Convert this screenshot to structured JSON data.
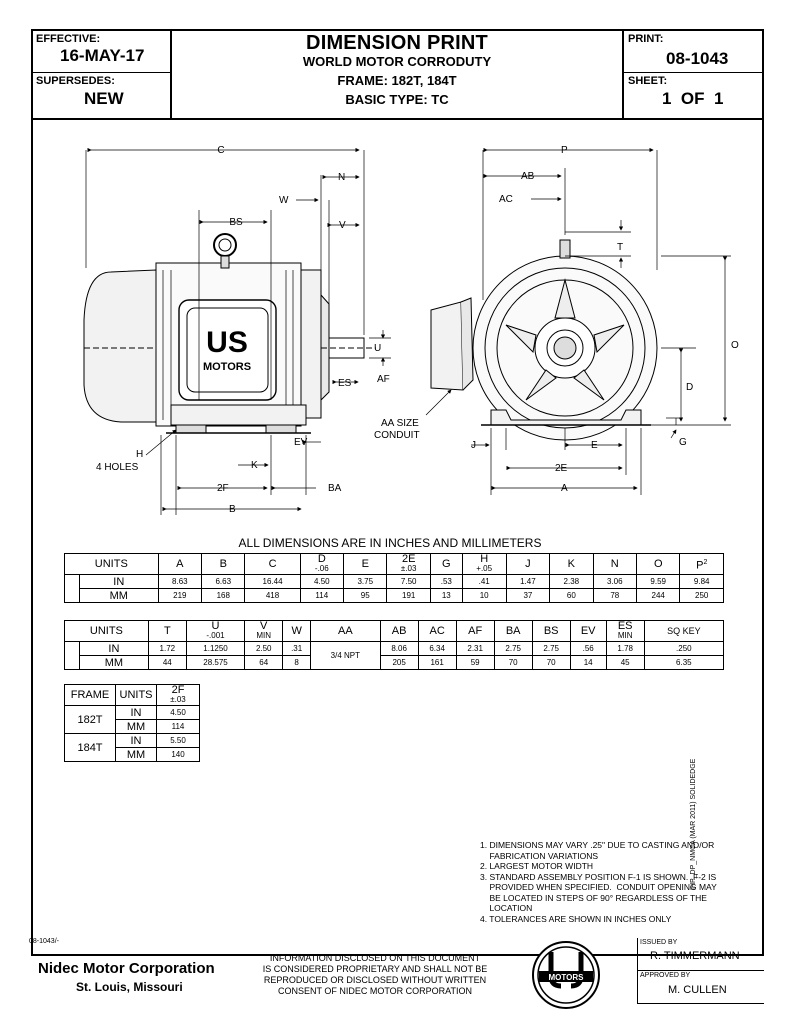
{
  "header": {
    "effective_label": "EFFECTIVE:",
    "effective_value": "16-MAY-17",
    "supersedes_label": "SUPERSEDES:",
    "supersedes_value": "NEW",
    "title": "DIMENSION PRINT",
    "subtitle": "WORLD MOTOR CORRODUTY",
    "frame": "FRAME: 182T, 184T",
    "basic_type": "BASIC TYPE: TC",
    "print_label": "PRINT:",
    "print_value": "08-1043",
    "sheet_label": "SHEET:",
    "sheet_value": "1  OF  1"
  },
  "drawing": {
    "logo_top": "US",
    "logo_bottom": "MOTORS",
    "side_labels": {
      "C": "C",
      "N": "N",
      "W": "W",
      "V": "V",
      "BS": "BS",
      "U": "U",
      "AF": "AF",
      "ES": "ES",
      "EV": "EV",
      "K": "K",
      "H": "H",
      "H_note": "4 HOLES",
      "2F": "2F",
      "BA": "BA",
      "B": "B"
    },
    "end_labels": {
      "P": "P",
      "AB": "AB",
      "AC": "AC",
      "T": "T",
      "O": "O",
      "D": "D",
      "J": "J",
      "E": "E",
      "G": "G",
      "2E": "2E",
      "A": "A",
      "AA_line1": "AA SIZE",
      "AA_line2": "CONDUIT"
    }
  },
  "tables": {
    "heading": "ALL DIMENSIONS ARE IN INCHES AND MILLIMETERS",
    "table1": {
      "units_label": "UNITS",
      "columns": [
        {
          "name": "A",
          "sub": ""
        },
        {
          "name": "B",
          "sub": ""
        },
        {
          "name": "C",
          "sub": ""
        },
        {
          "name": "D",
          "sub": "-.06"
        },
        {
          "name": "E",
          "sub": ""
        },
        {
          "name": "2E",
          "sub": "±.03"
        },
        {
          "name": "G",
          "sub": ""
        },
        {
          "name": "H",
          "sub": "+.05"
        },
        {
          "name": "J",
          "sub": ""
        },
        {
          "name": "K",
          "sub": ""
        },
        {
          "name": "N",
          "sub": ""
        },
        {
          "name": "O",
          "sub": ""
        },
        {
          "name": "P",
          "sub": "",
          "sup": "2"
        }
      ],
      "rows": [
        {
          "unit": "IN",
          "values": [
            "8.63",
            "6.63",
            "16.44",
            "4.50",
            "3.75",
            "7.50",
            ".53",
            ".41",
            "1.47",
            "2.38",
            "3.06",
            "9.59",
            "9.84"
          ]
        },
        {
          "unit": "MM",
          "values": [
            "219",
            "168",
            "418",
            "114",
            "95",
            "191",
            "13",
            "10",
            "37",
            "60",
            "78",
            "244",
            "250"
          ]
        }
      ]
    },
    "table2": {
      "units_label": "UNITS",
      "columns": [
        {
          "name": "T",
          "sub": ""
        },
        {
          "name": "U",
          "sub": "-.001"
        },
        {
          "name": "V",
          "sub": "MIN"
        },
        {
          "name": "W",
          "sub": ""
        },
        {
          "name": "AA",
          "sub": ""
        },
        {
          "name": "AB",
          "sub": ""
        },
        {
          "name": "AC",
          "sub": ""
        },
        {
          "name": "AF",
          "sub": ""
        },
        {
          "name": "BA",
          "sub": ""
        },
        {
          "name": "BS",
          "sub": ""
        },
        {
          "name": "EV",
          "sub": ""
        },
        {
          "name": "ES",
          "sub": "MIN"
        },
        {
          "name": "SQ KEY",
          "sub": ""
        }
      ],
      "aa_value": "3/4 NPT",
      "rows": [
        {
          "unit": "IN",
          "values": [
            "1.72",
            "1.1250",
            "2.50",
            ".31",
            "8.06",
            "6.34",
            "2.31",
            "2.75",
            "2.75",
            ".56",
            "1.78",
            ".250"
          ]
        },
        {
          "unit": "MM",
          "values": [
            "44",
            "28.575",
            "64",
            "8",
            "205",
            "161",
            "59",
            "70",
            "70",
            "14",
            "45",
            "6.35"
          ]
        }
      ]
    },
    "table3": {
      "frame_label": "FRAME",
      "units_label": "UNITS",
      "col_name": "2F",
      "col_sub": "±.03",
      "rows": [
        {
          "frame": "182T",
          "in": "4.50",
          "mm": "114"
        },
        {
          "frame": "184T",
          "in": "5.50",
          "mm": "140"
        }
      ],
      "in_label": "IN",
      "mm_label": "MM"
    }
  },
  "notes": [
    "1. DIMENSIONS MAY VARY .25\" DUE TO CASTING AND/OR",
    "    FABRICATION VARIATIONS",
    "2. LARGEST MOTOR WIDTH",
    "3. STANDARD ASSEMBLY POSITION F-1 IS SHOWN.  F-2 IS",
    "    PROVIDED WHEN SPECIFIED.  CONDUIT OPENING MAY",
    "    BE LOCATED IN STEPS OF 90° REGARDLESS OF THE",
    "    LOCATION",
    "4. TOLERANCES ARE SHOWN IN INCHES ONLY"
  ],
  "side_text": "IHP_DP_NMCA (MAR 2011) SOLIDEDGE",
  "footer": {
    "doc_ref": "08-1043/-",
    "company": "Nidec Motor Corporation",
    "city": "St. Louis, Missouri",
    "disclosure": [
      "INFORMATION DISCLOSED ON THIS DOCUMENT",
      "IS CONSIDERED PROPRIETARY AND SHALL NOT BE",
      "REPRODUCED OR DISCLOSED WITHOUT WRITTEN",
      "CONSENT OF NIDEC MOTOR CORPORATION"
    ],
    "issued_by_label": "ISSUED BY",
    "issued_by": "R. TIMMERMANN",
    "approved_by_label": "APPROVED BY",
    "approved_by": "M. CULLEN",
    "logo_text": "MOTORS"
  }
}
